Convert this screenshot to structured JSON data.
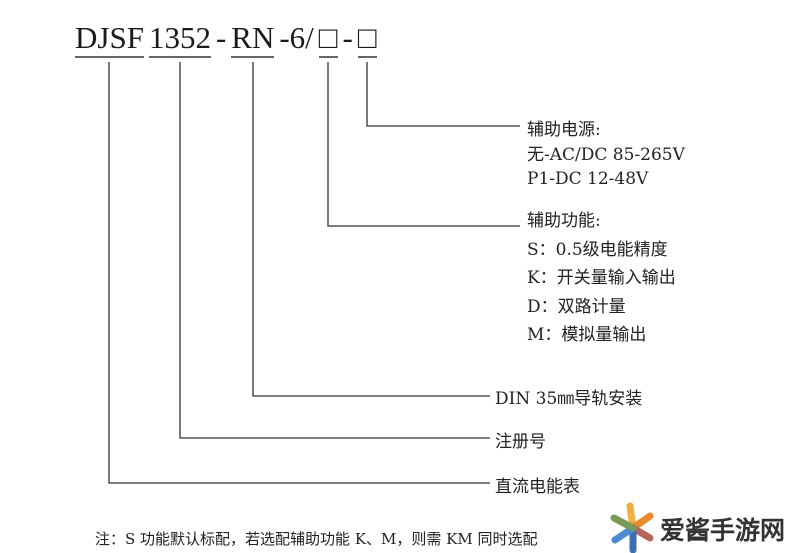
{
  "model_code": {
    "p1": "DJSF",
    "p2": "1352",
    "dash1": "-",
    "p3": "RN",
    "p4": "-6/",
    "box1": "□",
    "dash2": "-",
    "box2": "□"
  },
  "annotations": {
    "aux_power": {
      "title": "辅助电源:",
      "lines": [
        "无-AC/DC 85-265V",
        "P1-DC 12-48V"
      ]
    },
    "aux_function": {
      "title": "辅助功能:",
      "lines": [
        "S：0.5级电能精度",
        "K：开关量输入输出",
        "D：双路计量",
        "M：模拟量输出"
      ]
    },
    "mount": "DIN 35㎜导轨安装",
    "reg": "注册号",
    "type": "直流电能表"
  },
  "note": "注：S 功能默认标配，若选配辅助功能 K、M，则需 KM 同时选配",
  "watermark": "爱酱手游网"
}
